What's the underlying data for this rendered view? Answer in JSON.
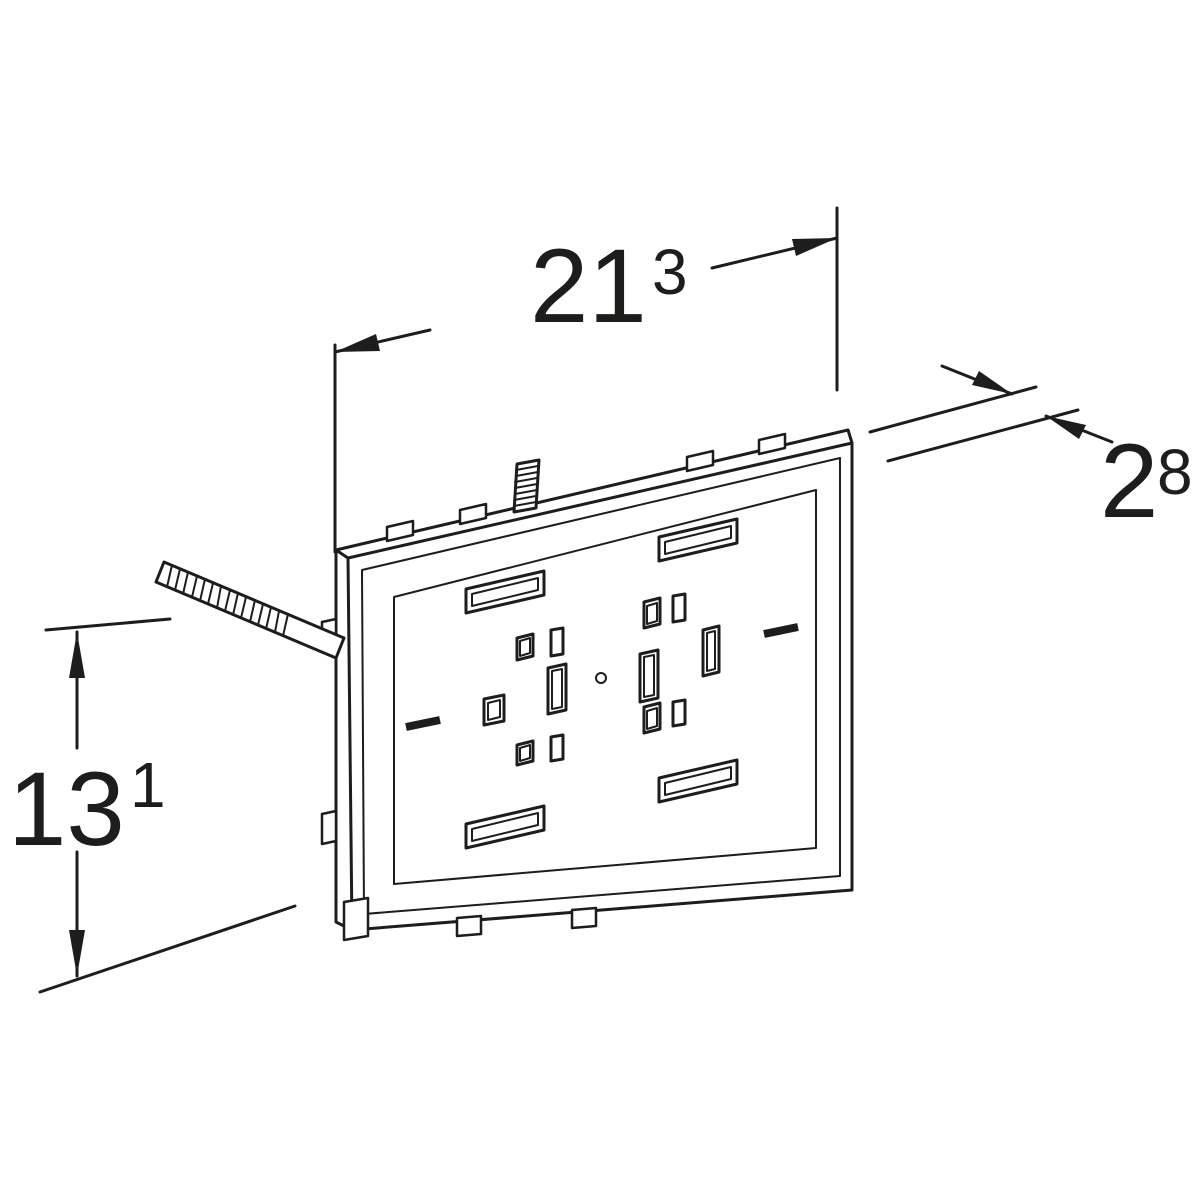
{
  "diagram": {
    "background_color": "#ffffff",
    "line_color": "#1d1d1b",
    "dimensions": {
      "width": {
        "base": "21",
        "sup": "3"
      },
      "depth": {
        "base": "2",
        "sup": "8"
      },
      "height": {
        "base": "13",
        "sup": "1"
      }
    }
  }
}
